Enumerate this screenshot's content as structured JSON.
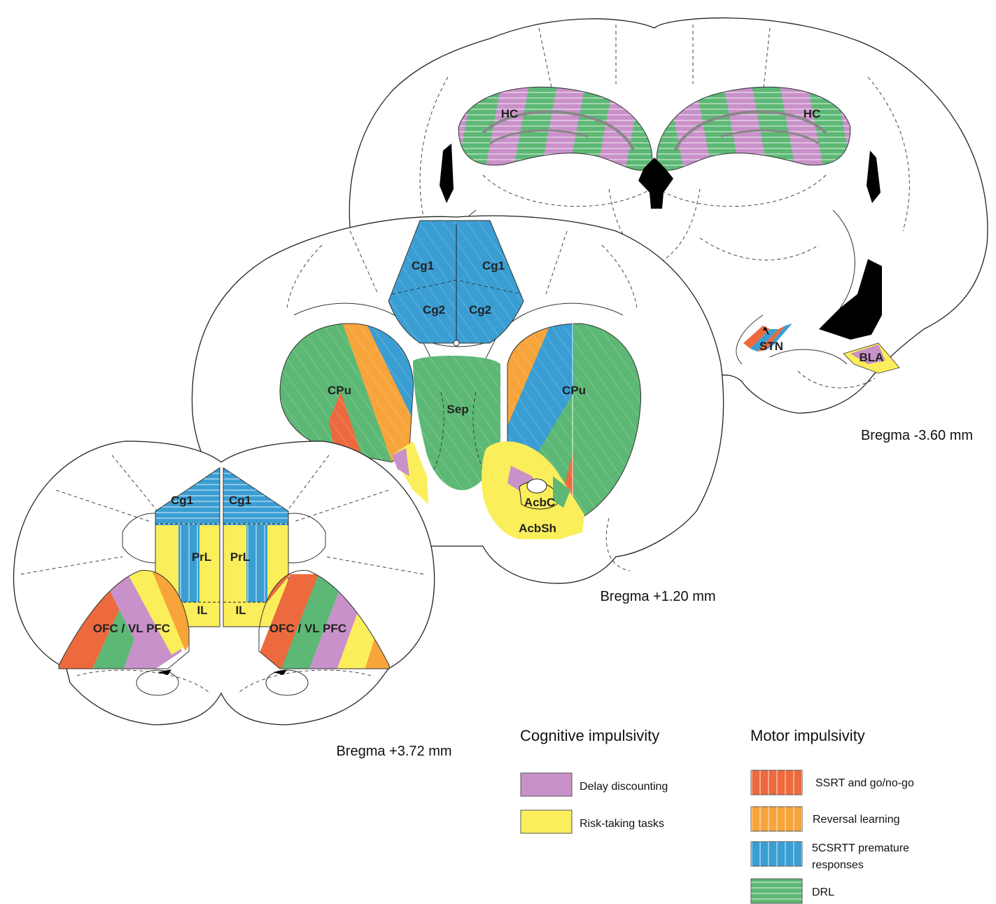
{
  "sections": {
    "posterior": {
      "caption": "Bregma -3.60 mm",
      "labels": {
        "hc_left": "HC",
        "hc_right": "HC",
        "stn": "STN",
        "bla": "BLA"
      }
    },
    "middle": {
      "caption": "Bregma +1.20 mm",
      "labels": {
        "cg1_left": "Cg1",
        "cg1_right": "Cg1",
        "cg2_left": "Cg2",
        "cg2_right": "Cg2",
        "cpu_left": "CPu",
        "cpu_right": "CPu",
        "sep": "Sep",
        "acbc": "AcbC",
        "acbsh": "AcbSh"
      }
    },
    "anterior": {
      "caption": "Bregma +3.72 mm",
      "labels": {
        "cg1_left": "Cg1",
        "cg1_right": "Cg1",
        "prl_left": "PrL",
        "prl_right": "PrL",
        "il_left": "IL",
        "il_right": "IL",
        "ofc_left": "OFC / VL PFC",
        "ofc_right": "OFC / VL PFC"
      }
    }
  },
  "legend": {
    "cognitive": {
      "title": "Cognitive impulsivity",
      "items": [
        {
          "label": "Delay discounting",
          "color": "#c991c9"
        },
        {
          "label": "Risk-taking tasks",
          "color": "#fbee5b"
        }
      ]
    },
    "motor": {
      "title": "Motor impulsivity",
      "items": [
        {
          "label": "SSRT and go/no-go",
          "color": "#ec6a3e"
        },
        {
          "label": "Reversal learning",
          "color": "#f7a43b"
        },
        {
          "label": "5CSRTT premature",
          "label_line2": "responses",
          "color": "#3a9ed3"
        },
        {
          "label": "DRL",
          "color": "#5cb874"
        }
      ]
    }
  }
}
